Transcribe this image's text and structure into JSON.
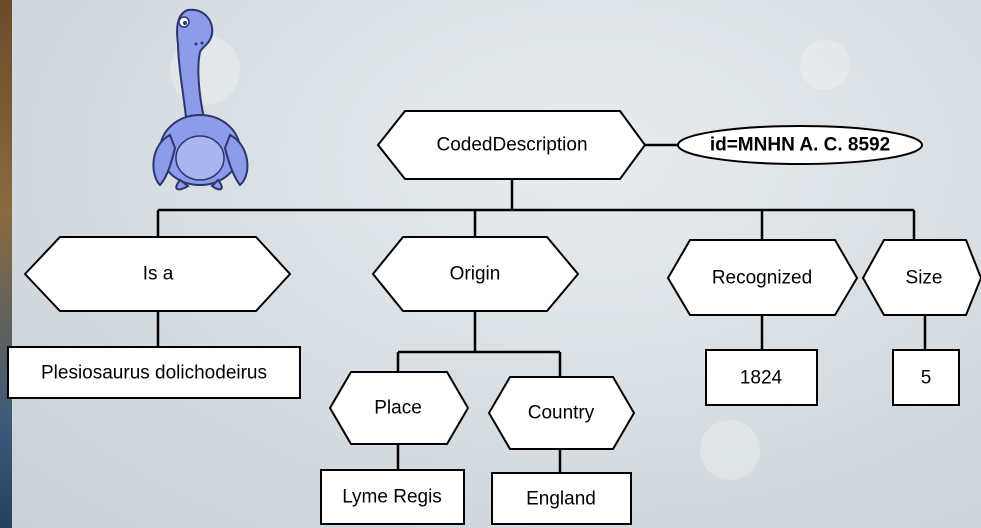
{
  "root": {
    "label": "CodedDescription",
    "id_label": "id=MNHN A. C. 8592"
  },
  "is_a": {
    "label": "Is a",
    "value": "Plesiosaurus dolichodeirus"
  },
  "origin": {
    "label": "Origin",
    "place": {
      "label": "Place",
      "value": "Lyme Regis"
    },
    "country": {
      "label": "Country",
      "value": "England"
    }
  },
  "recognized": {
    "label": "Recognized",
    "value": "1824"
  },
  "size": {
    "label": "Size",
    "value": "5"
  },
  "mascot": {
    "icon": "plesiosaur-mascot-icon",
    "color": "#8c9ce8"
  }
}
